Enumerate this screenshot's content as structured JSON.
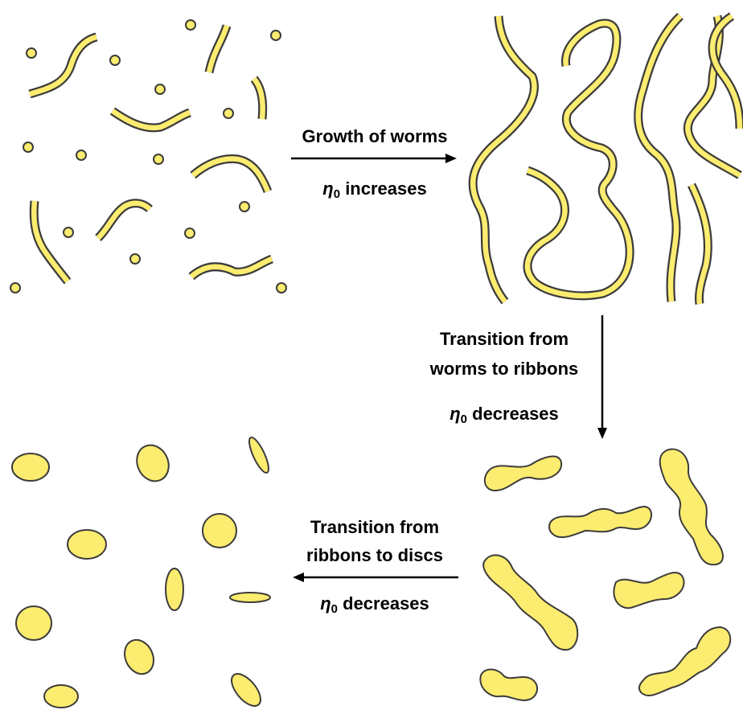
{
  "arrows": {
    "top": {
      "line1": "Growth of worms",
      "eta": "η",
      "sub": "0",
      "line2_rest": " increases"
    },
    "right": {
      "line1": "Transition from",
      "line2": "worms to ribbons",
      "eta": "η",
      "sub": "0",
      "line3_rest": " decreases"
    },
    "bottom": {
      "line1": "Transition from",
      "line2": "ribbons to discs",
      "eta": "η",
      "sub": "0",
      "line3_rest": " decreases"
    }
  },
  "colors": {
    "micelle_fill": "#fcec6f",
    "outline": "#3c3c3c",
    "arrow": "#000000"
  }
}
